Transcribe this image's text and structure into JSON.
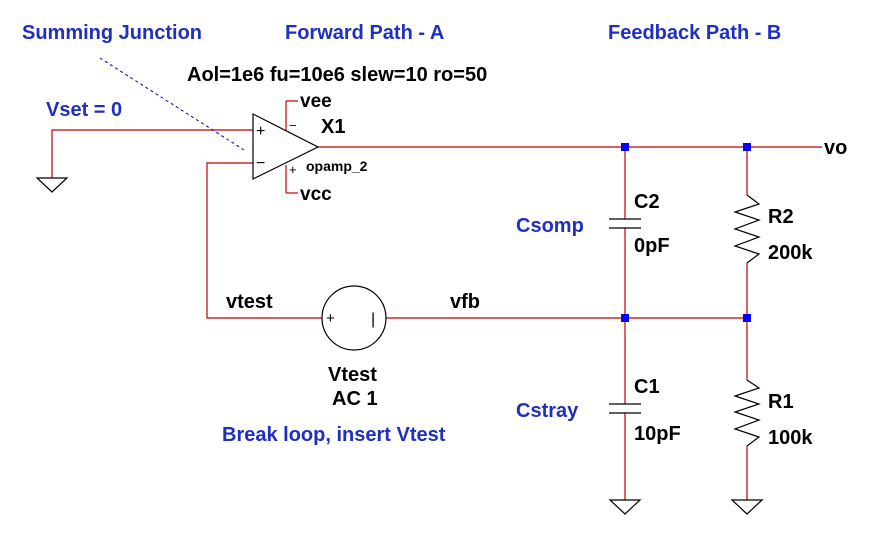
{
  "annotations": {
    "summing_junction": "Summing Junction",
    "forward_path": "Forward Path - A",
    "feedback_path": "Feedback Path - B",
    "vset": "Vset = 0",
    "break_loop": "Break loop, insert Vtest",
    "csomp": "Csomp",
    "cstray": "Cstray"
  },
  "opamp": {
    "params": "Aol=1e6 fu=10e6 slew=10 ro=50",
    "name": "X1",
    "model": "opamp_2",
    "vee": "vee",
    "vcc": "vcc",
    "plus_sign": "+",
    "minus_sign": "−"
  },
  "source": {
    "name": "Vtest",
    "value": "AC 1",
    "plus_sign": "+",
    "minus_sign": "|"
  },
  "nets": {
    "vtest": "vtest",
    "vfb": "vfb",
    "vo": "vo"
  },
  "components": {
    "c2": {
      "name": "C2",
      "value": "0pF"
    },
    "c1": {
      "name": "C1",
      "value": "10pF"
    },
    "r2": {
      "name": "R2",
      "value": "200k"
    },
    "r1": {
      "name": "R1",
      "value": "100k"
    }
  },
  "colors": {
    "wire": "#c00000",
    "node": "#0000ff",
    "annotation": "#1f2fbf"
  }
}
